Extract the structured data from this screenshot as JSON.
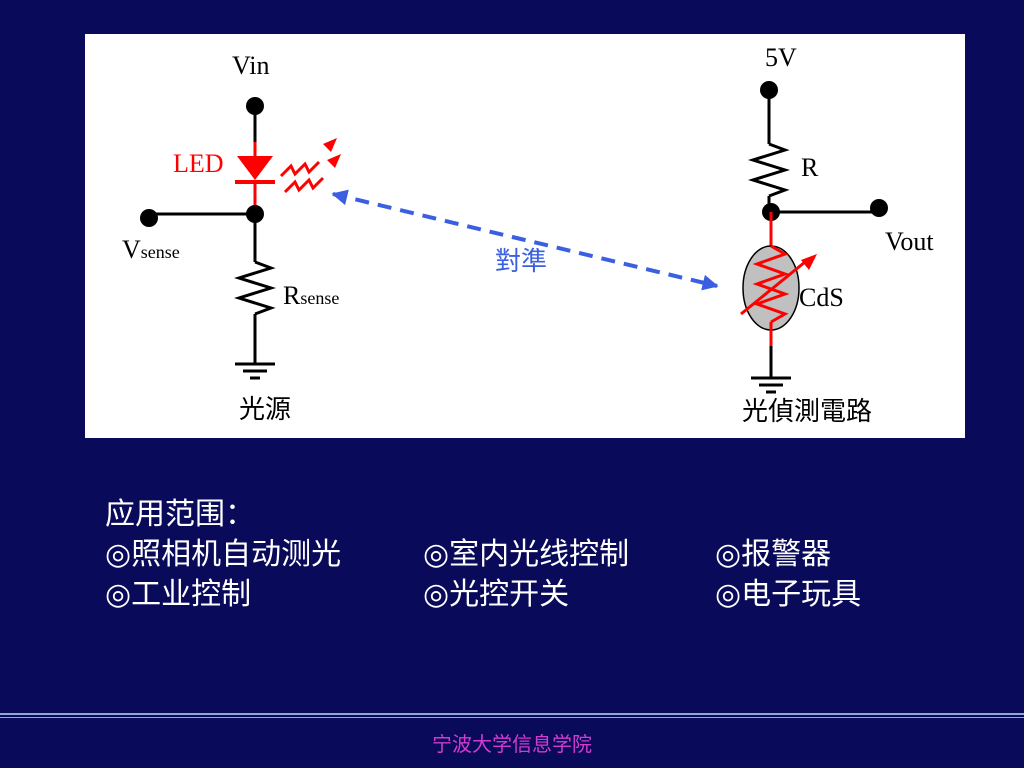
{
  "diagram": {
    "left_circuit": {
      "vin_label": "Vin",
      "led_label": "LED",
      "vsense_main": "V",
      "vsense_sub": "sense",
      "rsense_main": "R",
      "rsense_sub": "sense",
      "caption": "光源"
    },
    "alignment_label": "對準",
    "right_circuit": {
      "supply_label": "5V",
      "resistor_label": "R",
      "vout_label": "Vout",
      "cds_label": "CdS",
      "caption": "光偵測電路"
    },
    "colors": {
      "wire": "#000000",
      "led": "#ff0000",
      "arrow": "#3a5fe0",
      "cds_body": "#c0c0c0"
    }
  },
  "applications": {
    "heading": "应用范围：",
    "rows": [
      [
        "◎照相机自动测光",
        "◎室内光线控制",
        "◎报警器"
      ],
      [
        "◎工业控制",
        "◎光控开关",
        "◎电子玩具"
      ]
    ]
  },
  "footer": {
    "text": "宁波大学信息学院"
  }
}
